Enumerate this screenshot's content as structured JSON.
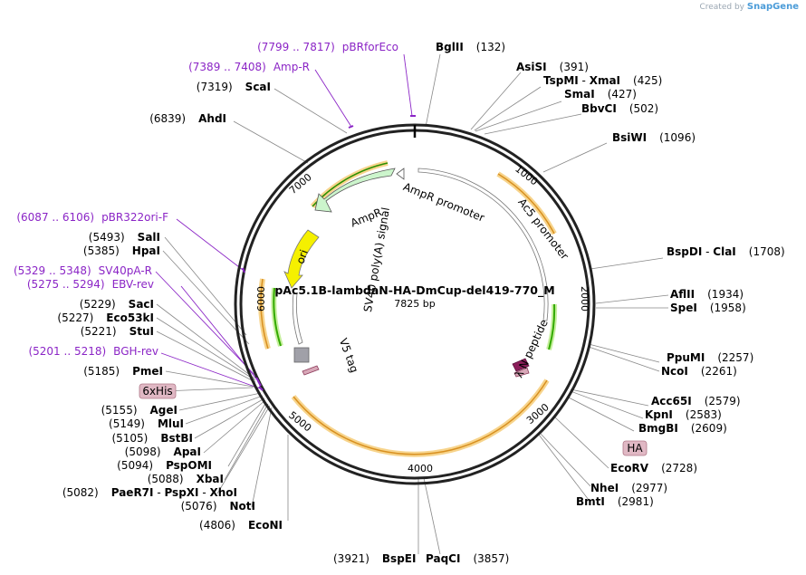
{
  "brand": {
    "created_by": "Created by",
    "name": "SnapGene"
  },
  "plasmid": {
    "name": "pAc5.1B-lambdaN-HA-DmCup-del419-770_M",
    "size": "7825 bp"
  },
  "ticks": [
    "1000",
    "2000",
    "3000",
    "4000",
    "5000",
    "6000",
    "7000"
  ],
  "features": {
    "ampr": "AmpR",
    "ampr_promoter": "AmpR promoter",
    "ac5_promoter": "Ac5 promoter",
    "ori": "ori",
    "sv40": "SV40 poly(A) signal",
    "v5": "V5 tag",
    "lambda": "λ N peptide"
  },
  "boxed": {
    "his": "6xHis",
    "ha": "HA"
  },
  "right_labels": [
    {
      "name": "BglII",
      "pos": "(132)"
    },
    {
      "name": "AsiSI",
      "pos": "(391)"
    },
    {
      "name": "TspMI",
      "name2": "XmaI",
      "pos": "(425)"
    },
    {
      "name": "SmaI",
      "pos": "(427)"
    },
    {
      "name": "BbvCI",
      "pos": "(502)"
    },
    {
      "name": "BsiWI",
      "pos": "(1096)"
    },
    {
      "name": "BspDI",
      "name2": "ClaI",
      "pos": "(1708)"
    },
    {
      "name": "AflII",
      "pos": "(1934)"
    },
    {
      "name": "SpeI",
      "pos": "(1958)"
    },
    {
      "name": "PpuMI",
      "pos": "(2257)"
    },
    {
      "name": "NcoI",
      "pos": "(2261)"
    },
    {
      "name": "Acc65I",
      "pos": "(2579)"
    },
    {
      "name": "KpnI",
      "pos": "(2583)"
    },
    {
      "name": "BmgBI",
      "pos": "(2609)"
    },
    {
      "name": "EcoRV",
      "pos": "(2728)"
    },
    {
      "name": "NheI",
      "pos": "(2977)"
    },
    {
      "name": "BmtI",
      "pos": "(2981)"
    }
  ],
  "bottom_labels": [
    {
      "name": "BspEI",
      "pos": "(3921)"
    },
    {
      "name": "PaqCI",
      "pos": "(3857)"
    }
  ],
  "left_labels": [
    {
      "name": "EcoNI",
      "pos": "(4806)"
    },
    {
      "name": "NotI",
      "pos": "(5076)"
    },
    {
      "name": "PaeR7I",
      "name2": "PspXI",
      "name3": "XhoI",
      "pos": "(5082)"
    },
    {
      "name": "XbaI",
      "pos": "(5088)"
    },
    {
      "name": "PspOMI",
      "pos": "(5094)"
    },
    {
      "name": "ApaI",
      "pos": "(5098)"
    },
    {
      "name": "BstBI",
      "pos": "(5105)"
    },
    {
      "name": "MluI",
      "pos": "(5149)"
    },
    {
      "name": "AgeI",
      "pos": "(5155)"
    },
    {
      "name": "PmeI",
      "pos": "(5185)"
    },
    {
      "name": "StuI",
      "pos": "(5221)"
    },
    {
      "name": "Eco53kI",
      "pos": "(5227)"
    },
    {
      "name": "SacI",
      "pos": "(5229)"
    },
    {
      "name": "HpaI",
      "pos": "(5385)"
    },
    {
      "name": "SalI",
      "pos": "(5493)"
    },
    {
      "name": "AhdI",
      "pos": "(6839)"
    },
    {
      "name": "ScaI",
      "pos": "(7319)"
    }
  ],
  "primer_labels": [
    {
      "range": "(5201 .. 5218)",
      "name": "BGH-rev"
    },
    {
      "range": "(5275 .. 5294)",
      "name": "EBV-rev"
    },
    {
      "range": "(5329 .. 5348)",
      "name": "SV40pA-R"
    },
    {
      "range": "(6087 .. 6106)",
      "name": "pBR322ori-F"
    },
    {
      "range": "(7389 .. 7408)",
      "name": "Amp-R"
    },
    {
      "range": "(7799 .. 7817)",
      "name": "pBRforEco"
    }
  ],
  "colors": {
    "backbone": "#222222",
    "ampr_fill": "#ccf5cc",
    "ori_fill": "#f5f000",
    "primer": "#8b25c6",
    "promoter_highlight": "#f7d48c",
    "promoter_line": "#d89020",
    "green_line": "#33aa00"
  }
}
